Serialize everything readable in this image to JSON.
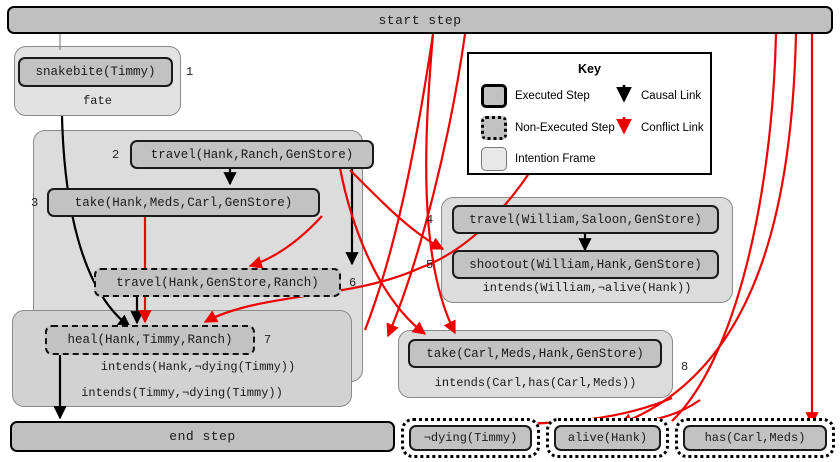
{
  "colors": {
    "executed_step_fill": "#c2c2c2",
    "step_border": "#1a1a1a",
    "intention_frame_fill": "#dcdcdc",
    "causal_link": "#000000",
    "conflict_link": "#ee0000",
    "page_background": "#ffffff"
  },
  "diagram": {
    "start_step": "start step",
    "end_step": "end step"
  },
  "key": {
    "title": "Key",
    "entries": [
      {
        "swatch": "executed-step-swatch",
        "label": "Executed Step"
      },
      {
        "swatch": "non-executed-step-swatch",
        "label": "Non-Executed Step"
      },
      {
        "swatch": "intention-frame-swatch",
        "label": "Intention Frame"
      },
      {
        "swatch": "causal-link-arrow",
        "label": "Causal Link"
      },
      {
        "swatch": "conflict-link-arrow",
        "label": "Conflict Link"
      }
    ]
  },
  "steps": [
    {
      "index": "1",
      "label": "snakebite(Timmy)",
      "executed": true
    },
    {
      "index": "2",
      "label": "travel(Hank,Ranch,GenStore)",
      "executed": true
    },
    {
      "index": "3",
      "label": "take(Hank,Meds,Carl,GenStore)",
      "executed": true
    },
    {
      "index": "4",
      "label": "travel(William,Saloon,GenStore)",
      "executed": true
    },
    {
      "index": "5",
      "label": "shootout(William,Hank,GenStore)",
      "executed": true
    },
    {
      "index": "6",
      "label": "travel(Hank,GenStore,Ranch)",
      "executed": false
    },
    {
      "index": "7",
      "label": "heal(Hank,Timmy,Ranch)",
      "executed": false
    },
    {
      "index": "8",
      "label": "take(Carl,Meds,Hank,GenStore)",
      "executed": true
    }
  ],
  "frames": [
    {
      "id": "fate-frame",
      "label": "fate"
    },
    {
      "id": "timmy-frame",
      "label": "intends(Timmy,¬dying(Timmy))"
    },
    {
      "id": "hank-frame",
      "label": "intends(Hank,¬dying(Timmy))"
    },
    {
      "id": "william-frame",
      "label": "intends(William,¬alive(Hank))"
    },
    {
      "id": "carl-frame",
      "label": "intends(Carl,has(Carl,Meds))"
    }
  ],
  "outcomes": [
    {
      "label": "¬dying(Timmy)"
    },
    {
      "label": "alive(Hank)"
    },
    {
      "label": "has(Carl,Meds)"
    }
  ]
}
